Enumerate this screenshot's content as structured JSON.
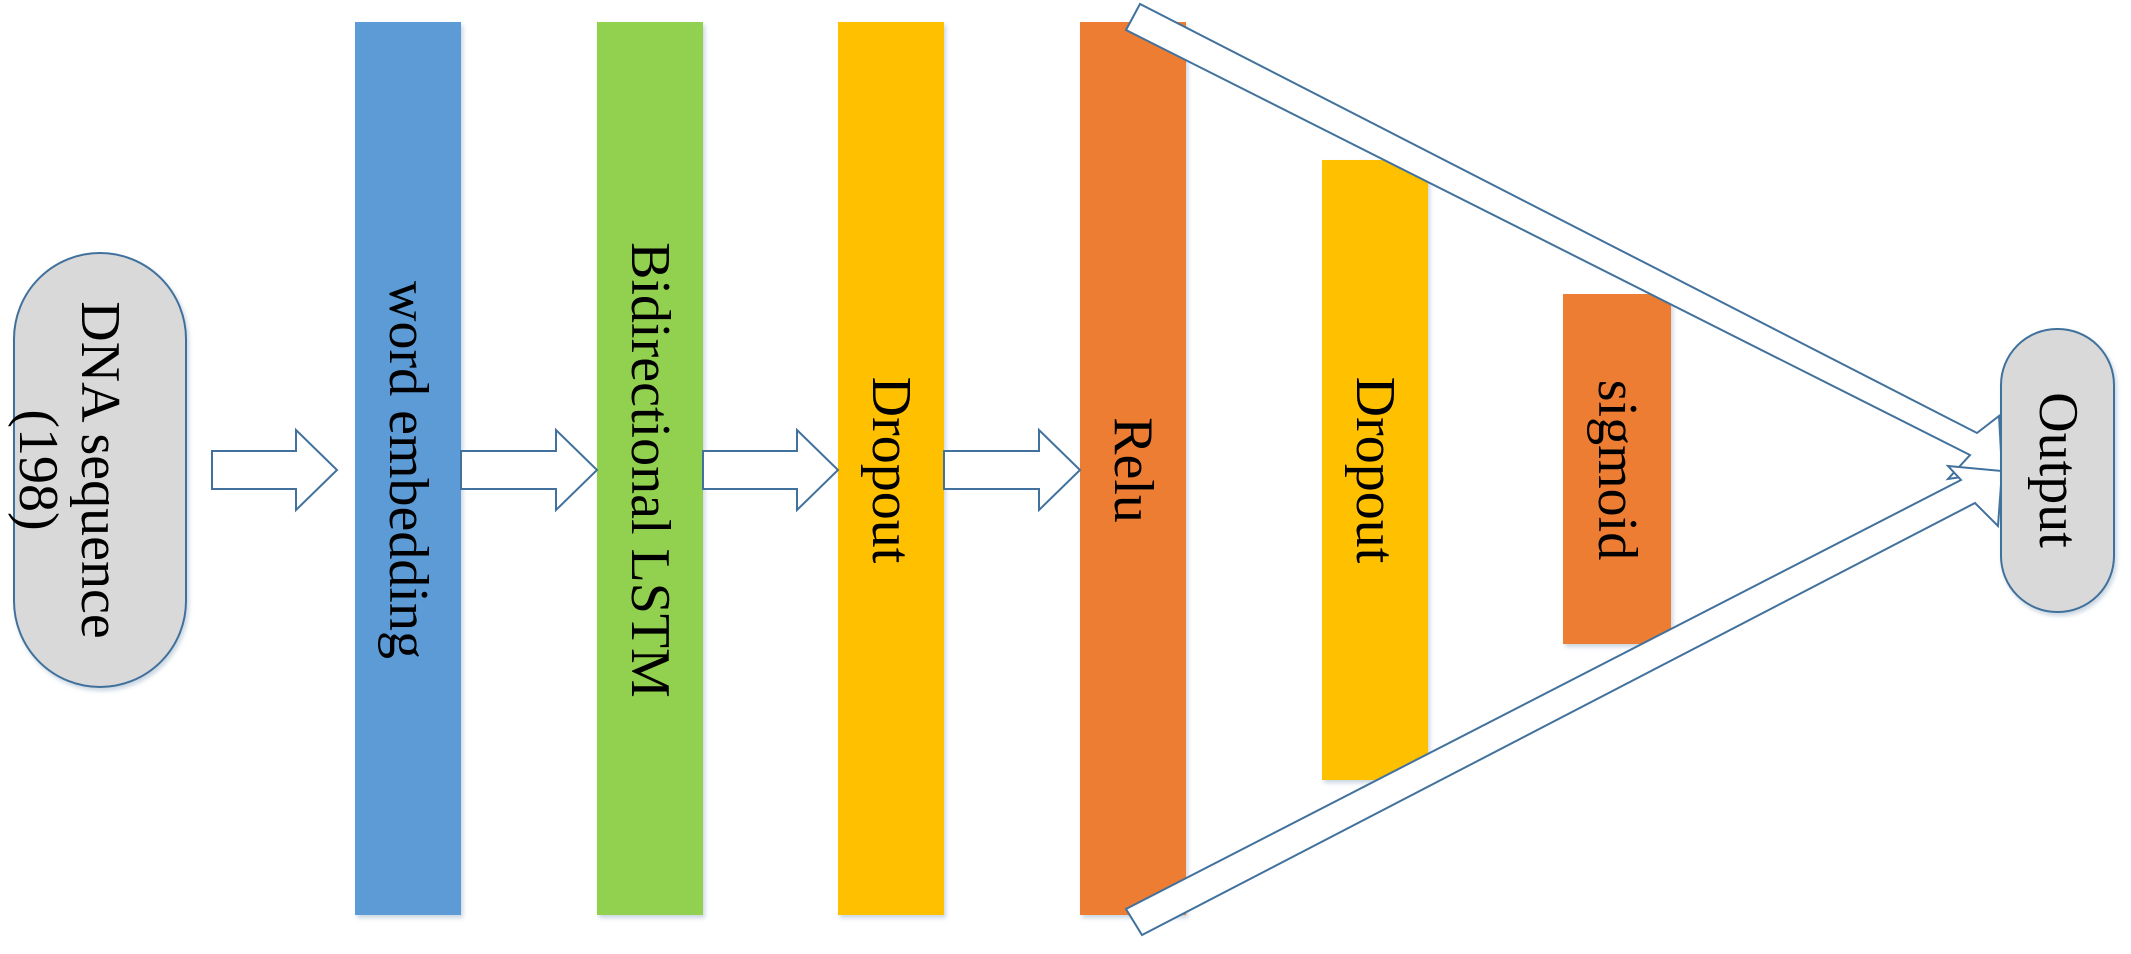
{
  "input": {
    "line1": "DNA sequence",
    "line2": "(198)"
  },
  "layers": {
    "embedding": "word embedding",
    "lstm": "Bidirectional LSTM",
    "dropout1": "Dropout",
    "relu": "Relu",
    "dropout2": "Dropout",
    "sigmoid": "sigmoid"
  },
  "output": {
    "label": "Output"
  },
  "colors": {
    "embedding": "#5B9BD5",
    "lstm": "#92D050",
    "dropout": "#FFC000",
    "relu": "#ED7D31",
    "sigmoid": "#ED7D31",
    "terminal_fill": "#D9D9D9",
    "outline": "#41719C"
  }
}
